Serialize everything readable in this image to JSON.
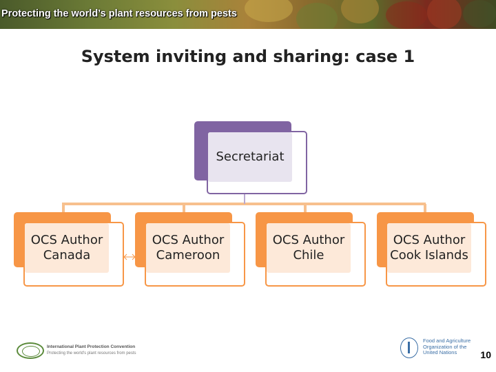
{
  "header": {
    "banner_text": "Protecting the world’s plant resources from pests"
  },
  "slide": {
    "title": "System inviting and sharing: case 1",
    "page_number": "10"
  },
  "diagram": {
    "root": {
      "label": "Secretariat",
      "color": "#8064a2",
      "fill": "#e8e4ef"
    },
    "children": [
      {
        "label_line1": "OCS Author",
        "label_line2": "Canada"
      },
      {
        "label_line1": "OCS Author",
        "label_line2": "Cameroon"
      },
      {
        "label_line1": "OCS Author",
        "label_line2": "Chile"
      },
      {
        "label_line1": "OCS Author",
        "label_line2": "Cook Islands"
      }
    ],
    "child_color": "#f79646",
    "child_fill": "#fde9d9"
  },
  "footer": {
    "ippc_name": "International Plant Protection Convention",
    "ippc_tagline": "Protecting the world's plant resources from pests",
    "fao_line1": "Food and Agriculture",
    "fao_line2": "Organization of the",
    "fao_line3": "United Nations"
  },
  "icons": [
    "ippc-globe-logo",
    "fao-logo"
  ]
}
